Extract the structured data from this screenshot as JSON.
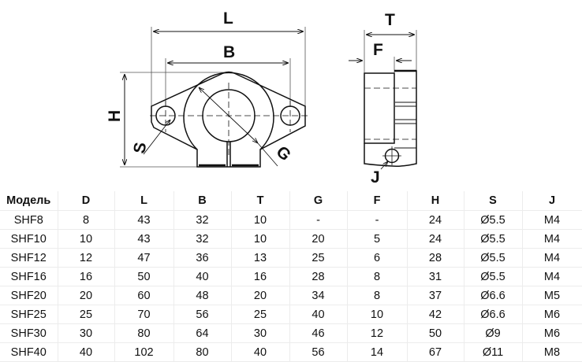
{
  "drawing": {
    "labels": {
      "L": "L",
      "B": "B",
      "H": "H",
      "S": "S",
      "G": "G",
      "T": "T",
      "F": "F",
      "J": "J"
    }
  },
  "table": {
    "headers": [
      "Модель",
      "D",
      "L",
      "B",
      "T",
      "G",
      "F",
      "H",
      "S",
      "J"
    ],
    "rows": [
      [
        "SHF8",
        "8",
        "43",
        "32",
        "10",
        "-",
        "-",
        "24",
        "Ø5.5",
        "M4"
      ],
      [
        "SHF10",
        "10",
        "43",
        "32",
        "10",
        "20",
        "5",
        "24",
        "Ø5.5",
        "M4"
      ],
      [
        "SHF12",
        "12",
        "47",
        "36",
        "13",
        "25",
        "6",
        "28",
        "Ø5.5",
        "M4"
      ],
      [
        "SHF16",
        "16",
        "50",
        "40",
        "16",
        "28",
        "8",
        "31",
        "Ø5.5",
        "M4"
      ],
      [
        "SHF20",
        "20",
        "60",
        "48",
        "20",
        "34",
        "8",
        "37",
        "Ø6.6",
        "M5"
      ],
      [
        "SHF25",
        "25",
        "70",
        "56",
        "25",
        "40",
        "10",
        "42",
        "Ø6.6",
        "M6"
      ],
      [
        "SHF30",
        "30",
        "80",
        "64",
        "30",
        "46",
        "12",
        "50",
        "Ø9",
        "M6"
      ],
      [
        "SHF40",
        "40",
        "102",
        "80",
        "40",
        "56",
        "14",
        "67",
        "Ø11",
        "M8"
      ]
    ]
  }
}
